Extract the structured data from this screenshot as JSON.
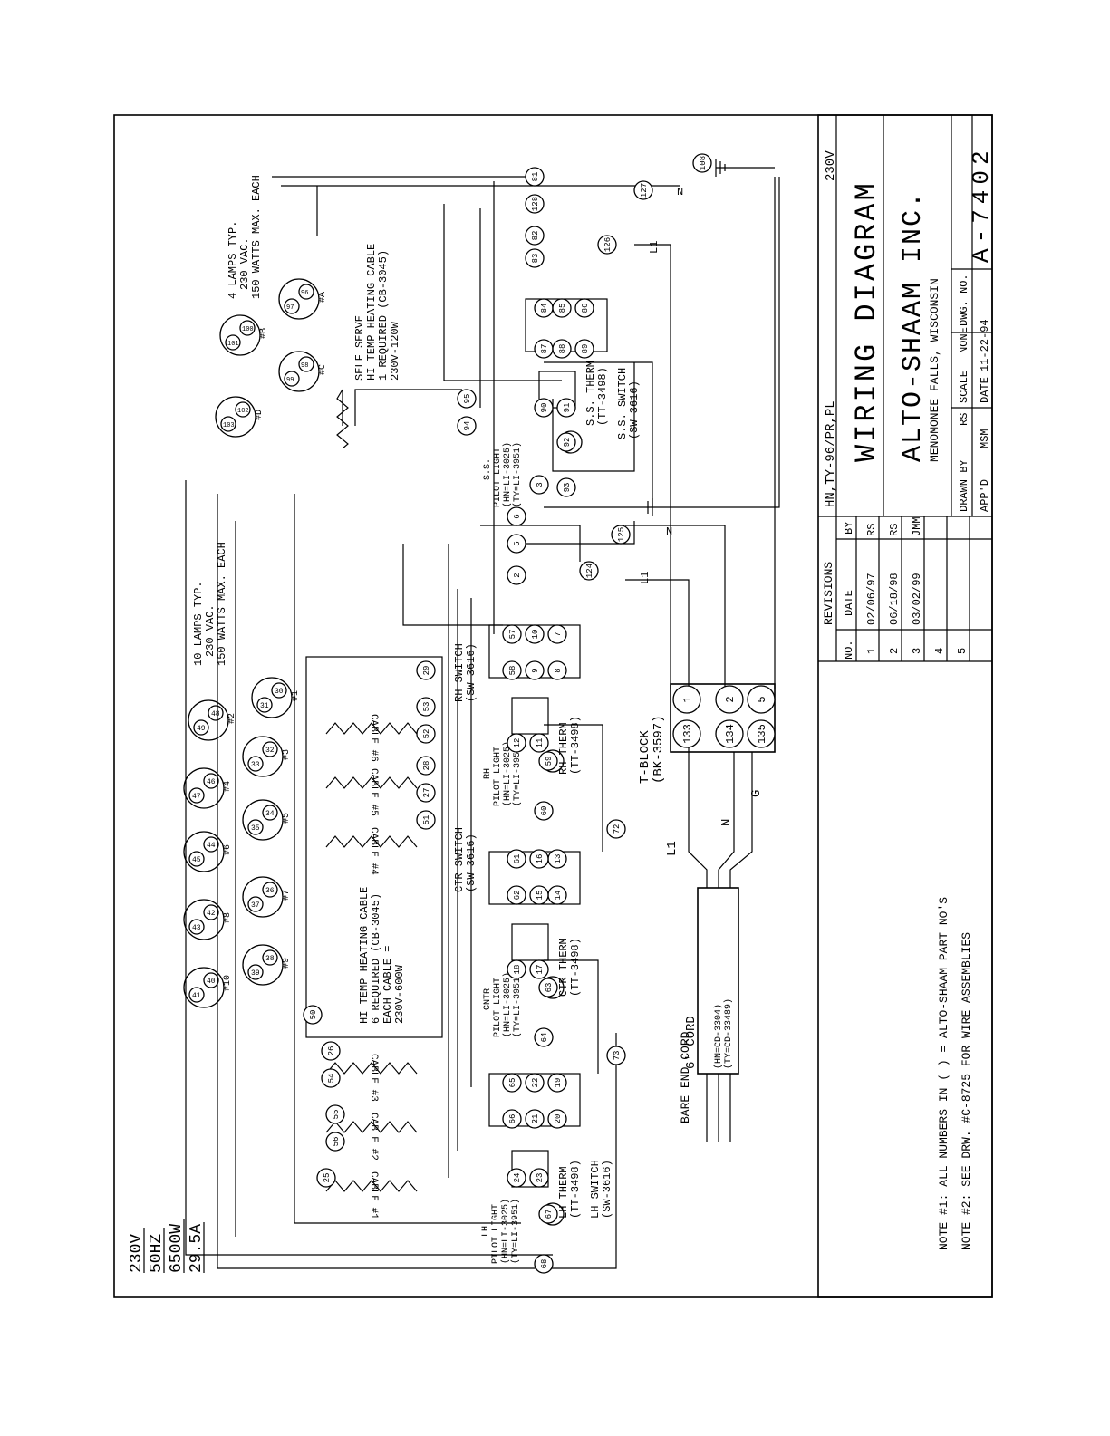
{
  "ratings": [
    "230V",
    "50HZ",
    "6500W",
    "29.5A"
  ],
  "title_block": {
    "voltage": "230V",
    "model": "HN,TY-96/PR,PL",
    "title": "WIRING DIAGRAM",
    "company": "ALTO-SHAAM INC.",
    "location": "MENOMONEE FALLS, WISCONSIN",
    "drawn_by_label": "DRAWN BY",
    "drawn_by": "RS",
    "scale_label": "SCALE",
    "scale": "NONE",
    "dwg_no_label": "DWG. NO.",
    "dwg_no": "A-7402",
    "appd_label": "APP'D",
    "appd": "MSM",
    "date_label": "DATE",
    "date": "11-22-94"
  },
  "revisions": {
    "header": "REVISIONS",
    "columns": [
      "NO.",
      "DATE",
      "BY"
    ],
    "rows": [
      {
        "no": "1",
        "date": "02/06/97",
        "by": "RS"
      },
      {
        "no": "2",
        "date": "06/18/98",
        "by": "RS"
      },
      {
        "no": "3",
        "date": "03/02/99",
        "by": "JMM"
      },
      {
        "no": "4",
        "date": "",
        "by": ""
      },
      {
        "no": "5",
        "date": "",
        "by": ""
      }
    ]
  },
  "notes": [
    "NOTE #1: ALL NUMBERS IN ( ) = ALTO-SHAAM PART NO'S",
    "NOTE #2: SEE DRW. #C-8725 FOR WIRE ASSEMBLIES"
  ],
  "labels": {
    "lamps10": [
      "10 LAMPS TYP.",
      "230 VAC.",
      "150 WATTS MAX. EACH"
    ],
    "lamps4": [
      "4 LAMPS TYP.",
      "230 VAC.",
      "150 WATTS MAX. EACH"
    ],
    "self_serve": [
      "SELF SERVE",
      "HI TEMP HEATING CABLE",
      "1 REQUIRED (CB-3045)",
      "230V-120W"
    ],
    "hi_temp": [
      "HI TEMP HEATING CABLE",
      "6 REQUIRED (CB-3045)",
      "EACH CABLE =",
      "230V-600W"
    ],
    "cables": [
      "CABLE #1",
      "CABLE #2",
      "CABLE #3",
      "CABLE #4",
      "CABLE #5",
      "CABLE #6"
    ],
    "rh_switch": [
      "RH SWITCH",
      "(SW-3616)"
    ],
    "ctr_switch": [
      "CTR SWITCH",
      "(SW-3616)"
    ],
    "lh_switch": [
      "LH SWITCH",
      "(SW-3616)"
    ],
    "ss_switch": [
      "S.S. SWITCH",
      "(SW-3616)"
    ],
    "rh_therm": [
      "RH THERM",
      "(TT-3498)"
    ],
    "ctr_therm": [
      "CTR THERM",
      "(TT-3498)"
    ],
    "lh_therm": [
      "LH THERM",
      "(TT-3498)"
    ],
    "ss_therm": [
      "S.S. THERM",
      "(TT-3498)"
    ],
    "rh_pilot": [
      "RH",
      "PILOT LIGHT",
      "(HN=LI-3025)",
      "(TY=LI-3951)"
    ],
    "cntr_pilot": [
      "CNTR",
      "PILOT LIGHT",
      "(HN=LI-3025)",
      "(TY=LI-3951)"
    ],
    "lh_pilot": [
      "LH",
      "PILOT LIGHT",
      "(HN=LI-3025)",
      "(TY=LI-3951)"
    ],
    "ss_pilot": [
      "S.S.",
      "PILOT LIGHT",
      "(HN=LI-3025)",
      "(TY=LI-3951)"
    ],
    "tblock": [
      "T-BLOCK",
      "(BK-3597)"
    ],
    "bare_end": "BARE END CORD",
    "cord": "6' CORD",
    "cord_parts": [
      "(HN=CD-3304)",
      "(TY=CD-33489)"
    ],
    "L1": "L1",
    "N": "N",
    "G": "G"
  },
  "lamps_main": [
    {
      "num": "#1",
      "a": "30",
      "b": "31"
    },
    {
      "num": "#2",
      "a": "48",
      "b": "49"
    },
    {
      "num": "#3",
      "a": "32",
      "b": "33"
    },
    {
      "num": "#4",
      "a": "46",
      "b": "47"
    },
    {
      "num": "#5",
      "a": "34",
      "b": "35"
    },
    {
      "num": "#6",
      "a": "44",
      "b": "45"
    },
    {
      "num": "#7",
      "a": "36",
      "b": "37"
    },
    {
      "num": "#8",
      "a": "42",
      "b": "43"
    },
    {
      "num": "#9",
      "a": "38",
      "b": "39"
    },
    {
      "num": "#10",
      "a": "40",
      "b": "41"
    }
  ],
  "lamps_ss": [
    {
      "num": "#A",
      "a": "96",
      "b": "97"
    },
    {
      "num": "#B",
      "a": "100",
      "b": "101"
    },
    {
      "num": "#C",
      "a": "98",
      "b": "99"
    },
    {
      "num": "#D",
      "a": "102",
      "b": "103"
    }
  ],
  "terminals": [
    "81",
    "128",
    "127",
    "82",
    "83",
    "126",
    "108",
    "84",
    "85",
    "86",
    "87",
    "88",
    "89",
    "90",
    "91",
    "92",
    "93",
    "3",
    "94",
    "95",
    "6",
    "5",
    "125",
    "2",
    "124",
    "57",
    "10",
    "7",
    "58",
    "9",
    "8",
    "29",
    "53",
    "52",
    "28",
    "27",
    "51",
    "12",
    "11",
    "59",
    "60",
    "72",
    "61",
    "16",
    "13",
    "62",
    "15",
    "14",
    "18",
    "17",
    "63",
    "64",
    "73",
    "50",
    "26",
    "54",
    "55",
    "56",
    "25",
    "65",
    "22",
    "19",
    "66",
    "21",
    "20",
    "24",
    "23",
    "67",
    "68",
    "1",
    "2",
    "5",
    "133",
    "134",
    "135"
  ]
}
